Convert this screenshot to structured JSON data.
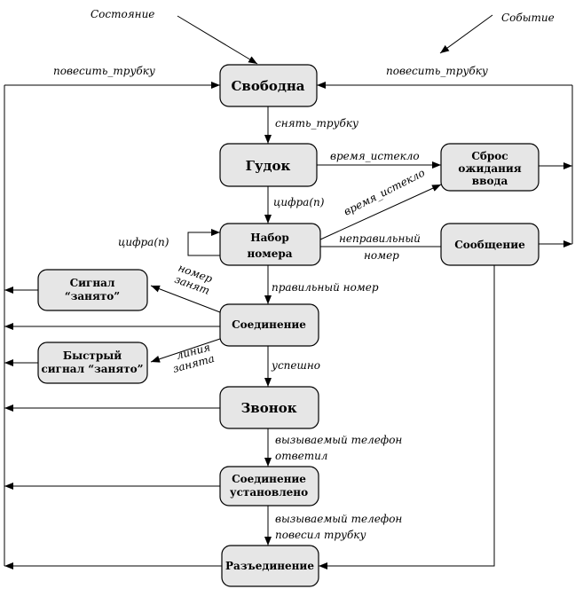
{
  "legend": {
    "state": "Состояние",
    "event": "Событие"
  },
  "states": {
    "free": "Свободна",
    "tone": "Гудок",
    "reset": [
      "Сброс",
      "ожидания",
      "ввода"
    ],
    "dialing": [
      "Набор",
      "номера"
    ],
    "message": "Сообщение",
    "busy": [
      "Сигнал",
      "“занято”"
    ],
    "connection": "Соединение",
    "fastbusy": [
      "Быстрый",
      "сигнал “занято”"
    ],
    "ring": "Звонок",
    "established": [
      "Соединение",
      "установлено"
    ],
    "disconnect": "Разъединение"
  },
  "events": {
    "hangup_left": "повесить_трубку",
    "hangup_right": "повесить_трубку",
    "pickup": "снять_трубку",
    "timeout": "время_истекло",
    "timeout2": "время_истекло",
    "digit": "цифра(n)",
    "digit_loop": "цифра(n)",
    "wrong": [
      "неправильный",
      "номер"
    ],
    "right": "правильный номер",
    "num_busy": [
      "номер",
      "занят"
    ],
    "line_busy": [
      "линия",
      "занята"
    ],
    "success": "успешно",
    "answered": [
      "вызываемый телефон",
      "ответил"
    ],
    "hungup": [
      "вызываемый телефон",
      "повесил трубку"
    ]
  }
}
